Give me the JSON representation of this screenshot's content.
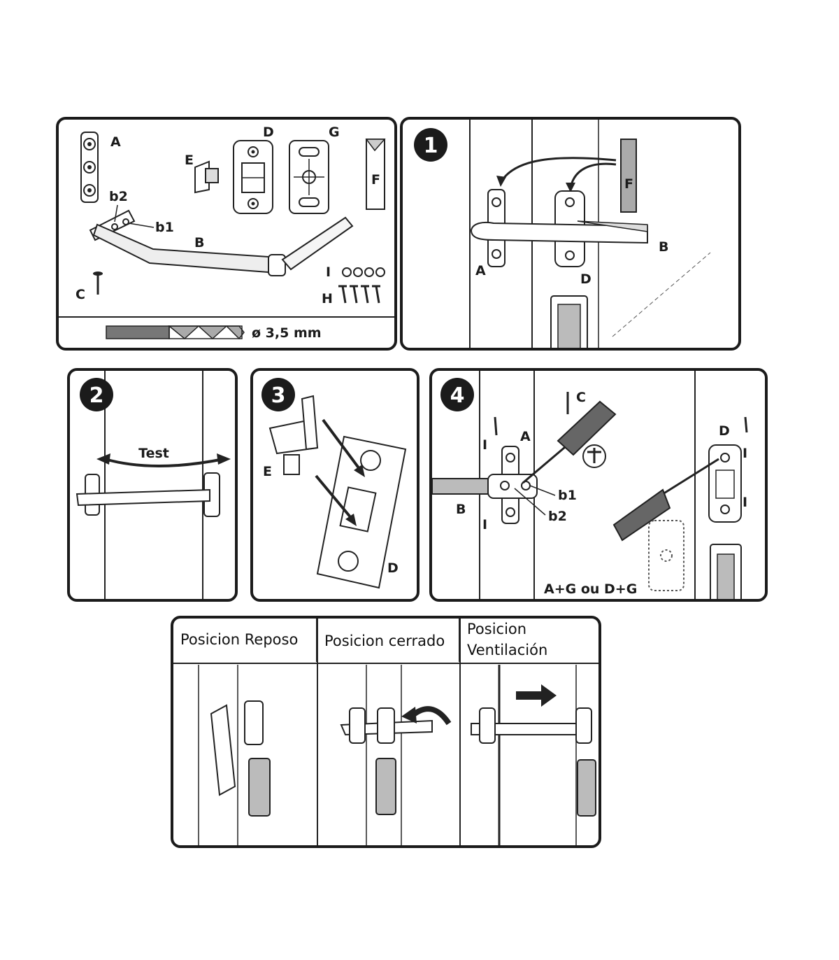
{
  "parts_panel": {
    "labels": {
      "A": "A",
      "b2": "b2",
      "b1": "b1",
      "B": "B",
      "C": "C",
      "D": "D",
      "E": "E",
      "G": "G",
      "F": "F",
      "I": "I",
      "H": "H"
    },
    "drill_label": "ø 3,5 mm"
  },
  "step1": {
    "number": "1",
    "labels": {
      "F": "F",
      "B": "B",
      "A": "A",
      "D": "D"
    }
  },
  "step2": {
    "number": "2",
    "test_label": "Test"
  },
  "step3": {
    "number": "3",
    "labels": {
      "E": "E",
      "D": "D"
    }
  },
  "step4": {
    "number": "4",
    "labels": {
      "C": "C",
      "A": "A",
      "I_top": "I",
      "b1": "b1",
      "B": "B",
      "b2": "b2",
      "I_bottom": "I",
      "D": "D",
      "I_right_top": "I",
      "I_right_bottom": "I"
    },
    "combo_label": "A+G ou D+G"
  },
  "positions": [
    {
      "title": "Posicion Reposo"
    },
    {
      "title": "Posicion cerrado"
    },
    {
      "title_line1": "Posicion",
      "title_line2": "Ventilación"
    }
  ]
}
